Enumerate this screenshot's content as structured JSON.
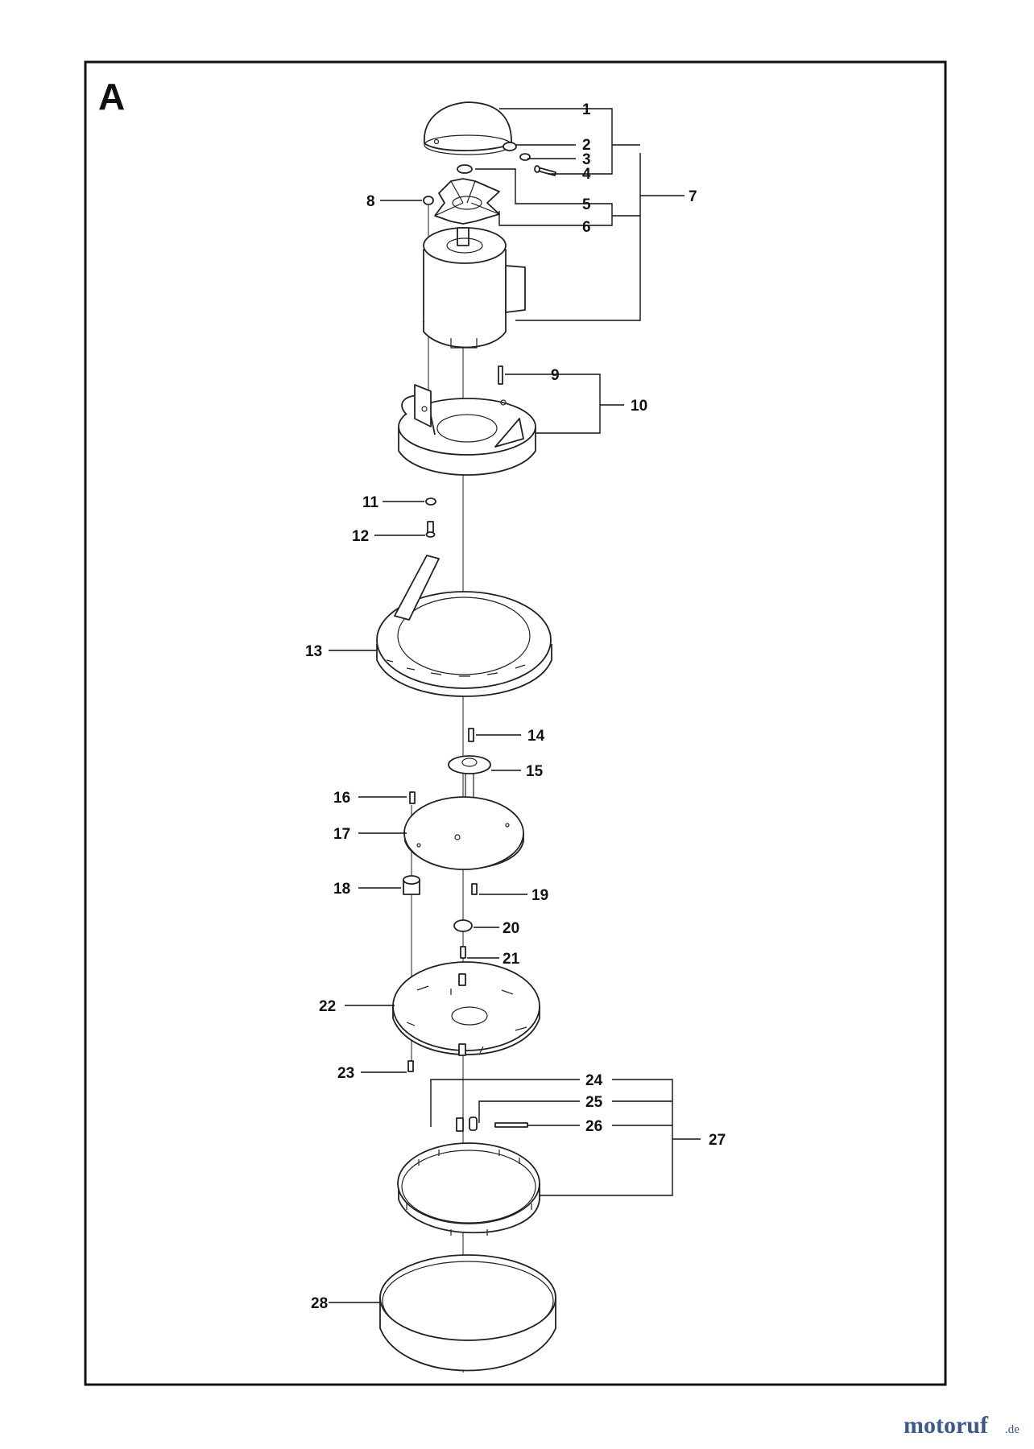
{
  "section_label": "A",
  "watermark": {
    "brand": "motoruf",
    "suffix": ".de"
  },
  "callouts": [
    "1",
    "2",
    "3",
    "4",
    "5",
    "6",
    "7",
    "8",
    "9",
    "10",
    "11",
    "12",
    "13",
    "14",
    "15",
    "16",
    "17",
    "18",
    "19",
    "20",
    "21",
    "22",
    "23",
    "24",
    "25",
    "26",
    "27",
    "28"
  ]
}
